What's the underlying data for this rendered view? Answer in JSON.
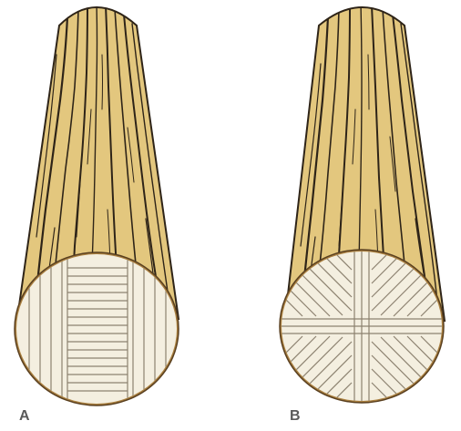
{
  "figure": {
    "panels": [
      {
        "id": "A",
        "label": "A",
        "cut": "plain-sawn"
      },
      {
        "id": "B",
        "label": "B",
        "cut": "quarter-sawn"
      }
    ],
    "colors": {
      "bark": "#e3c77e",
      "bark_dark": "#2e2418",
      "bark_mid": "#8a6a3a",
      "cut_face": "#f4efe0",
      "cut_lines": "#8c8270",
      "rim": "#a97f3f",
      "background": "#ffffff"
    }
  }
}
